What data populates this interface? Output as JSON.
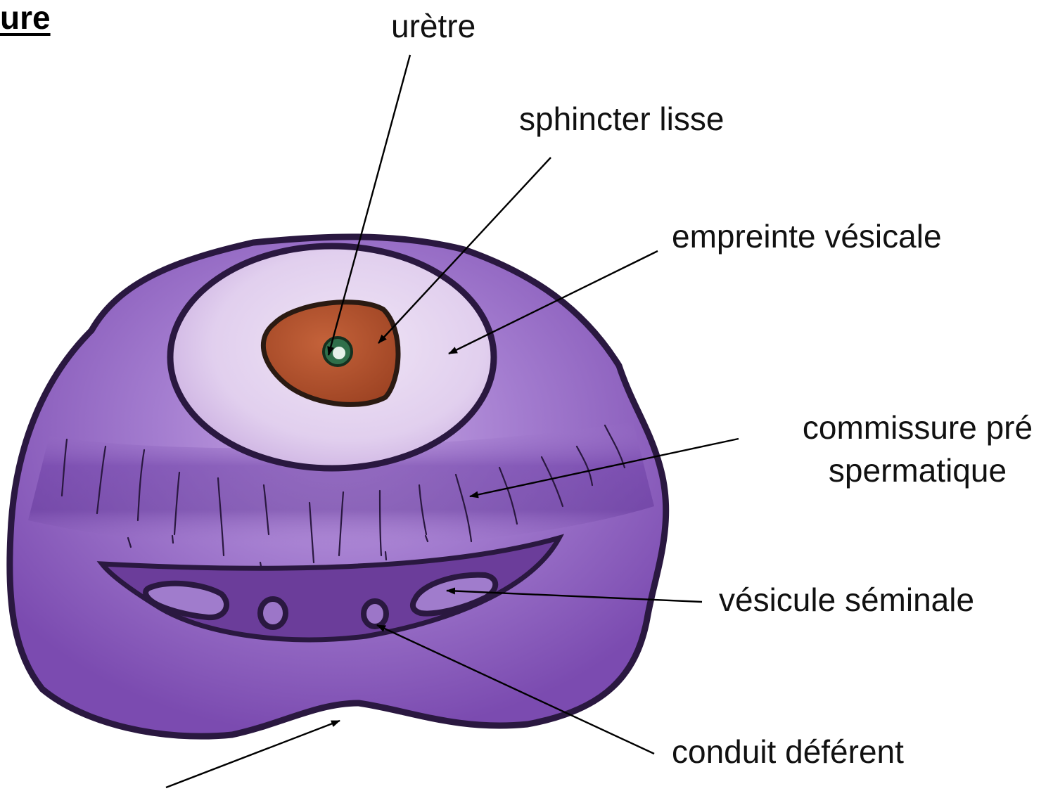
{
  "heading": "ure",
  "labels": {
    "uretre": "urètre",
    "sphincter": "sphincter lisse",
    "empreinte": "empreinte vésicale",
    "commissure_line1": "commissure pré",
    "commissure_line2": "spermatique",
    "vesicule": "vésicule séminale",
    "conduit": "conduit déférent"
  },
  "colors": {
    "outline": "#2a1840",
    "outer_fill": "#8a5cb8",
    "outer_fill_dark": "#6a3f99",
    "band": "#7a4aad",
    "bladder_imprint": "#e2d2ee",
    "sphincter_fill": "#b5522a",
    "urethra_ring": "#2f6f4a",
    "urethra_lumen": "#e6f2ea",
    "vesicle_fill": "#6b3d9a",
    "pointer": "#000000"
  }
}
